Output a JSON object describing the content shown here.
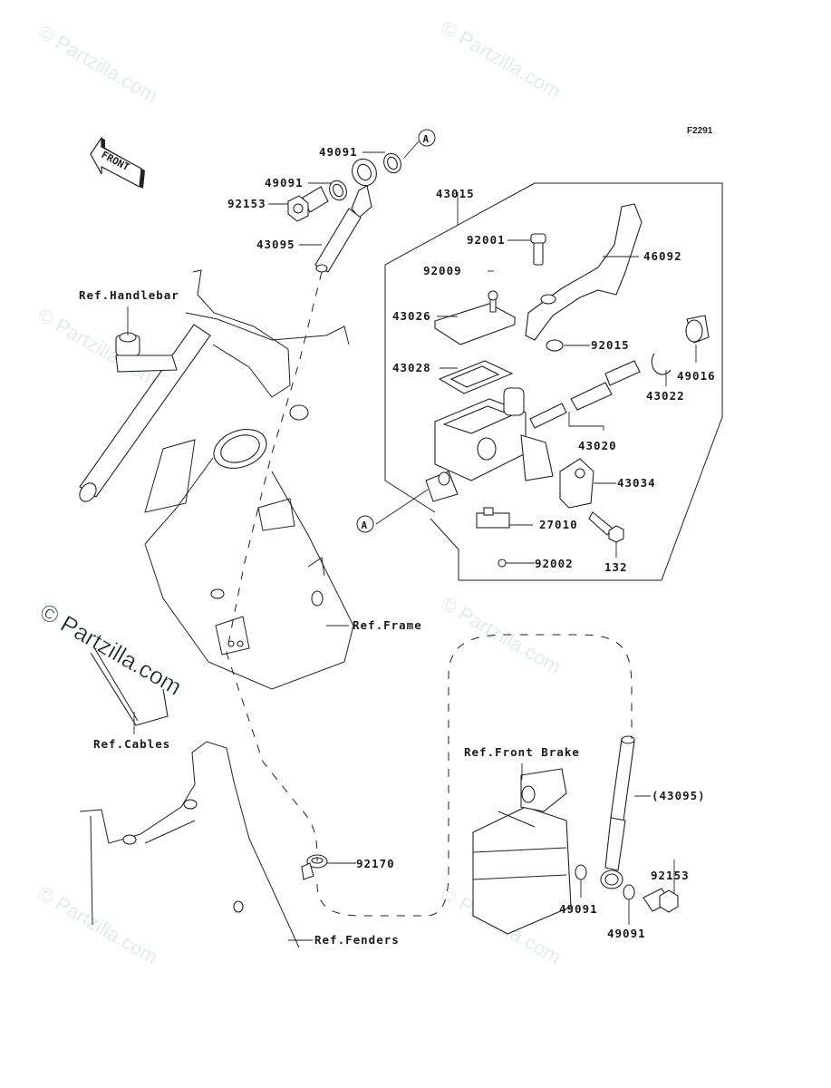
{
  "diagram": {
    "figure_id": "F2291",
    "front_arrow_label": "FRONT",
    "watermark": "© Partzilla.com",
    "reference_marker": "A",
    "parts": [
      {
        "id": "p-49091-a",
        "number": "49091"
      },
      {
        "id": "p-49091-b",
        "number": "49091"
      },
      {
        "id": "p-92153-a",
        "number": "92153"
      },
      {
        "id": "p-43095",
        "number": "43095"
      },
      {
        "id": "p-43015",
        "number": "43015"
      },
      {
        "id": "p-92001",
        "number": "92001"
      },
      {
        "id": "p-46092",
        "number": "46092"
      },
      {
        "id": "p-92009",
        "number": "92009"
      },
      {
        "id": "p-43026",
        "number": "43026"
      },
      {
        "id": "p-92015",
        "number": "92015"
      },
      {
        "id": "p-49016",
        "number": "49016"
      },
      {
        "id": "p-43028",
        "number": "43028"
      },
      {
        "id": "p-43022",
        "number": "43022"
      },
      {
        "id": "p-43020",
        "number": "43020"
      },
      {
        "id": "p-43034",
        "number": "43034"
      },
      {
        "id": "p-27010",
        "number": "27010"
      },
      {
        "id": "p-92002",
        "number": "92002"
      },
      {
        "id": "p-132",
        "number": "132"
      },
      {
        "id": "p-43095-ref",
        "number": "(43095)"
      },
      {
        "id": "p-92153-b",
        "number": "92153"
      },
      {
        "id": "p-49091-c",
        "number": "49091"
      },
      {
        "id": "p-49091-d",
        "number": "49091"
      },
      {
        "id": "p-92170",
        "number": "92170"
      }
    ],
    "references": [
      {
        "id": "ref-handlebar",
        "label": "Ref.Handlebar"
      },
      {
        "id": "ref-frame",
        "label": "Ref.Frame"
      },
      {
        "id": "ref-cables",
        "label": "Ref.Cables"
      },
      {
        "id": "ref-front-brake",
        "label": "Ref.Front Brake"
      },
      {
        "id": "ref-fenders",
        "label": "Ref.Fenders"
      }
    ]
  }
}
